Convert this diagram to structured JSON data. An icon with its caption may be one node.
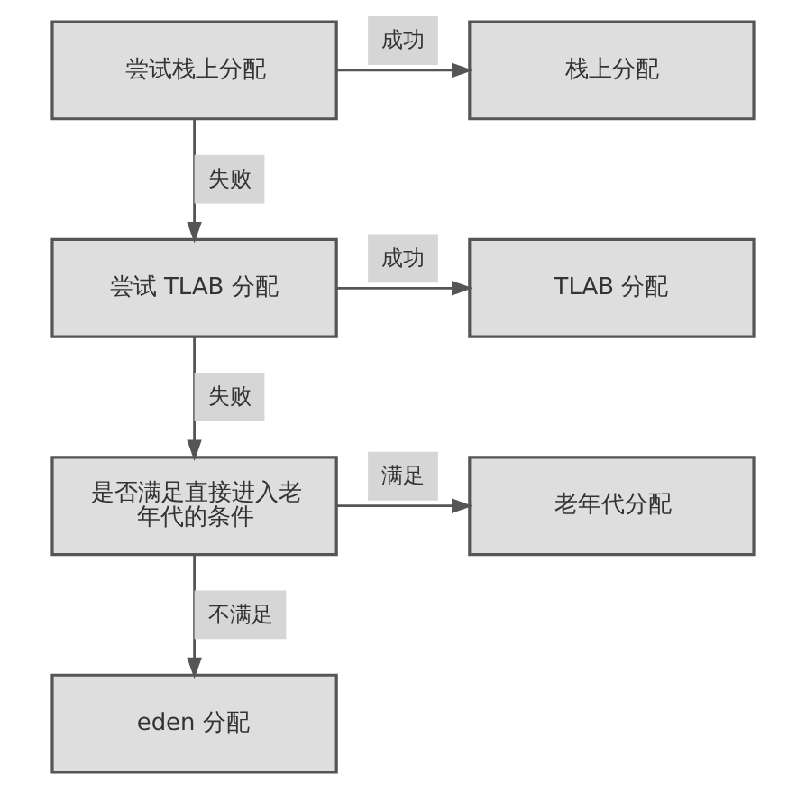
{
  "diagram": {
    "nodes": [
      {
        "text": [
          "尝试栈上分配"
        ]
      },
      {
        "text": [
          "栈上分配"
        ]
      },
      {
        "text": [
          "尝试 TLAB 分配"
        ]
      },
      {
        "text": [
          "TLAB 分配"
        ]
      },
      {
        "text": [
          "是否满足直接进入老年代的条件"
        ]
      },
      {
        "text": [
          "老年代分配"
        ]
      },
      {
        "text": [
          "eden 分配"
        ]
      }
    ],
    "edges": [
      {
        "from": 0,
        "to": 1,
        "arrow": "to",
        "label": "成功"
      },
      {
        "from": 0,
        "to": 2,
        "arrow": "to",
        "label": "失败"
      },
      {
        "from": 2,
        "to": 3,
        "arrow": "to",
        "label": "成功"
      },
      {
        "from": 2,
        "to": 4,
        "arrow": "to",
        "label": "失败"
      },
      {
        "from": 4,
        "to": 5,
        "arrow": "to",
        "label": "满足"
      },
      {
        "from": 4,
        "to": 6,
        "arrow": "to",
        "label": "不满足"
      }
    ]
  }
}
